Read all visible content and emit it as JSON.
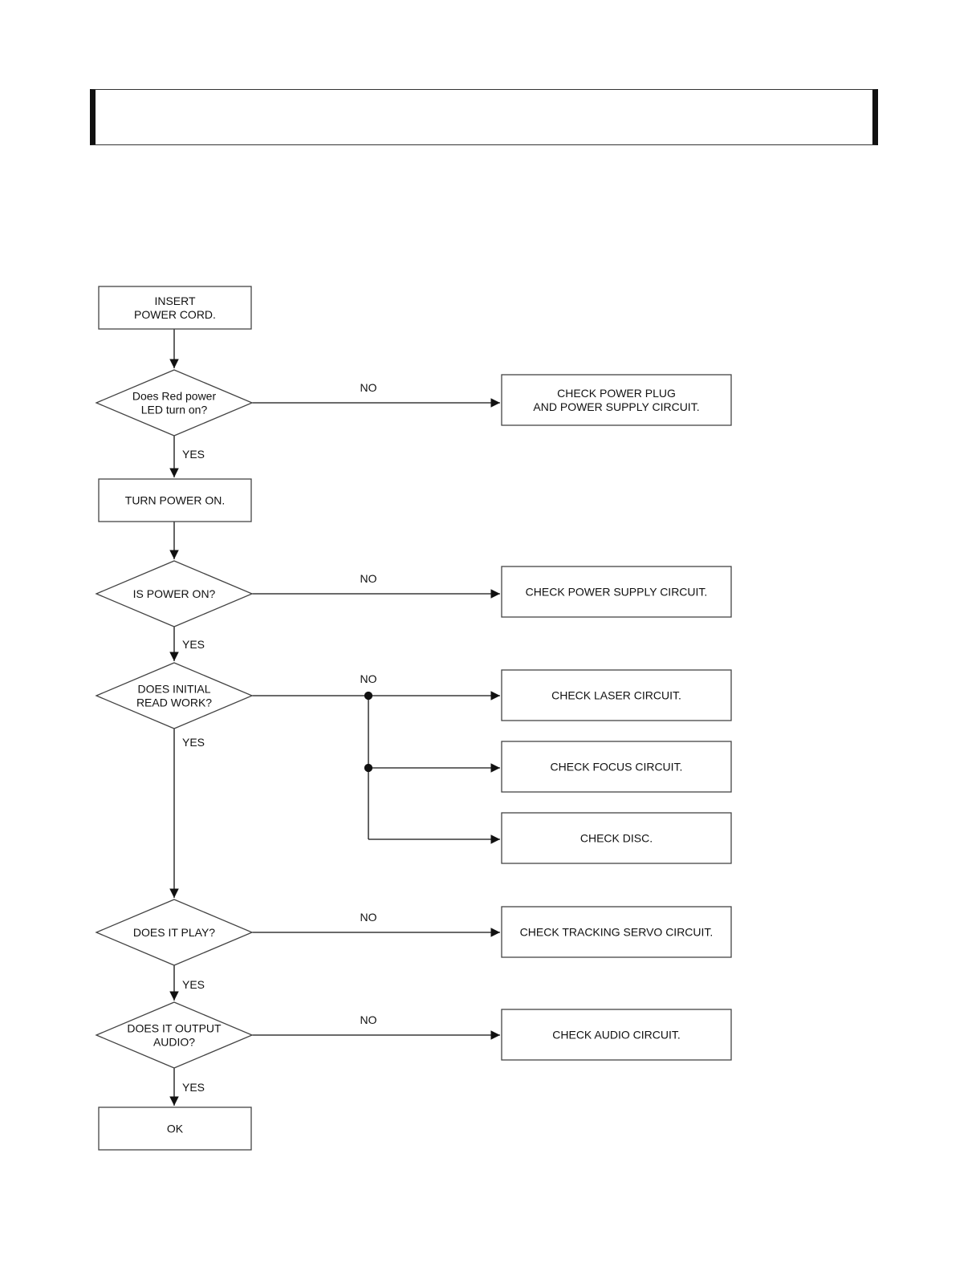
{
  "header": {
    "title": ""
  },
  "nodes": {
    "insert_cord": [
      "INSERT",
      "POWER CORD."
    ],
    "red_led": [
      "Does Red power",
      "LED turn on?"
    ],
    "check_plug": [
      "CHECK POWER PLUG",
      "AND POWER SUPPLY CIRCUIT."
    ],
    "turn_on": [
      "TURN POWER ON."
    ],
    "is_power_on": [
      "IS POWER ON?"
    ],
    "check_supply": [
      "CHECK POWER SUPPLY CIRCUIT."
    ],
    "initial_read": [
      "DOES INITIAL",
      "READ WORK?"
    ],
    "check_laser": [
      "CHECK LASER CIRCUIT."
    ],
    "check_focus": [
      "CHECK FOCUS CIRCUIT."
    ],
    "check_disc": [
      "CHECK DISC."
    ],
    "does_play": [
      "DOES IT PLAY?"
    ],
    "check_tracking": [
      "CHECK TRACKING SERVO CIRCUIT."
    ],
    "output_audio": [
      "DOES IT OUTPUT",
      "AUDIO?"
    ],
    "check_audio": [
      "CHECK AUDIO CIRCUIT."
    ],
    "ok": [
      "OK"
    ]
  },
  "labels": {
    "no": "NO",
    "yes": "YES"
  }
}
